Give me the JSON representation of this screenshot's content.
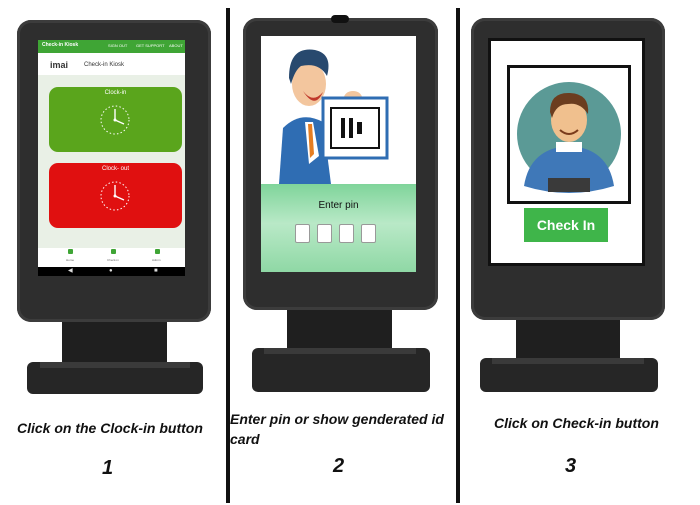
{
  "panels": [
    {
      "caption": "Click on the Clock-in button",
      "step": "1",
      "screen": {
        "app_title": "Check-in Kiosk",
        "nav": [
          "SIGN OUT",
          "GET SUPPORT",
          "ABOUT"
        ],
        "logo": "imai",
        "header_title": "Check-in Kiosk",
        "clock_in_label": "Clock-in",
        "clock_out_label": "Clock- out",
        "bottom_nav": [
          "Home",
          "Check-in",
          "Admin"
        ],
        "colors": {
          "clock_in": "#5aa51c",
          "clock_out": "#e01010",
          "app_bar": "#3fa535"
        }
      }
    },
    {
      "caption": "Enter pin or show genderated id card",
      "step": "2",
      "screen": {
        "pin_label": "Enter pin",
        "pin_boxes": 4
      }
    },
    {
      "caption": "Click on Check-in button",
      "step": "3",
      "screen": {
        "check_in_button": "Check In",
        "colors": {
          "button": "#3fb54a"
        }
      }
    }
  ]
}
